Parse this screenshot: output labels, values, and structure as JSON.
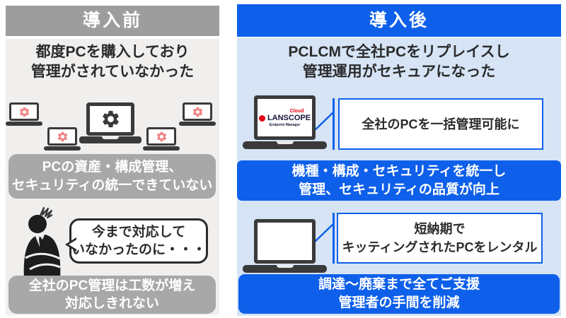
{
  "colors": {
    "accent_blue": "#0e60ea",
    "panel_blue_bg": "#d6e4f6",
    "gray_header": "#9d9d9d",
    "gray_box": "#a8a8a8",
    "left_panel_bg": "#f0efed",
    "coral_gear": "#f08383",
    "lanscope_red": "#e60012",
    "dark_text": "#2b2b2b"
  },
  "before": {
    "header": "導入前",
    "title": {
      "line1": "都度PCを購入しており",
      "line2": "管理がされていなかった"
    },
    "problem1": {
      "line1": "PCの資産・構成管理、",
      "line2": "セキュリティの統一できていない"
    },
    "speech": {
      "line1": "今まで対応して",
      "line2": "いなかったのに・・・"
    },
    "problem2": {
      "line1": "全社のPC管理は工数が増え",
      "line2": "対応しきれない"
    }
  },
  "after": {
    "header": "導入後",
    "title": {
      "line1": "PCLCMで全社PCをリプレイスし",
      "line2": "管理運用がセキュアになった"
    },
    "logo": {
      "cloud": "Cloud",
      "name": "LANSCOPE",
      "sub": "Endpoint Manager"
    },
    "callout1": {
      "line1": "全社のPCを一括管理可能に"
    },
    "benefit1": {
      "line1": "機種・構成・セキュリティを統一し",
      "line2": "管理、セキュリティの品質が向上"
    },
    "callout2": {
      "line1": "短納期で",
      "line2": "キッティングされたPCをレンタル"
    },
    "benefit2": {
      "line1": "調達〜廃棄まで全てご支援",
      "line2": "管理者の手間を削減"
    }
  }
}
